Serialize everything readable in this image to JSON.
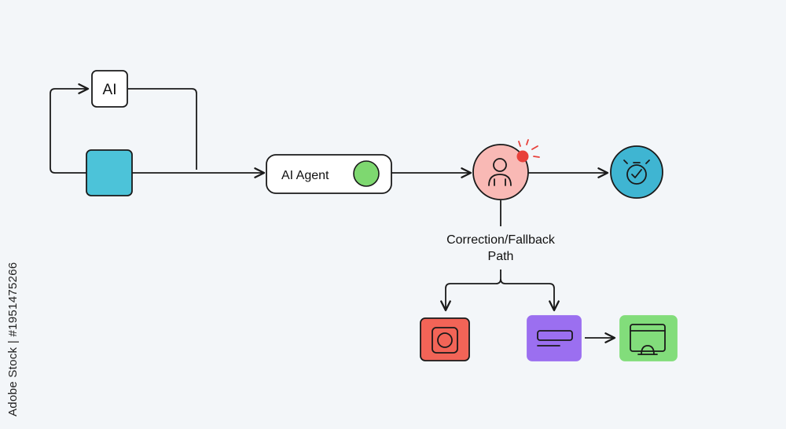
{
  "nodes": {
    "ai_box": {
      "label": "AI"
    },
    "agent": {
      "label": "AI Agent"
    },
    "branch": {
      "label_line1": "Correction/Fallback",
      "label_line2": "Path"
    }
  },
  "side_caption": "Adobe Stock | #1951475266",
  "icons": {
    "input_square": "blue-square",
    "agent_status": "green-dot",
    "user": "person-alert-icon",
    "done": "checked-timer-icon",
    "stop": "stop-icon",
    "queue": "text-lines-icon",
    "monitor": "monitor-icon"
  },
  "colors": {
    "background": "#f3f6f9",
    "stroke": "#1a1a1a",
    "blue": "#4cc3d9",
    "green": "#7ed870",
    "pink": "#f9b9b5",
    "alert_red": "#e8403a",
    "teal_circle": "#3fb5d2",
    "red_box": "#f26457",
    "purple": "#9b6ff0",
    "green_box": "#82dd7b"
  }
}
